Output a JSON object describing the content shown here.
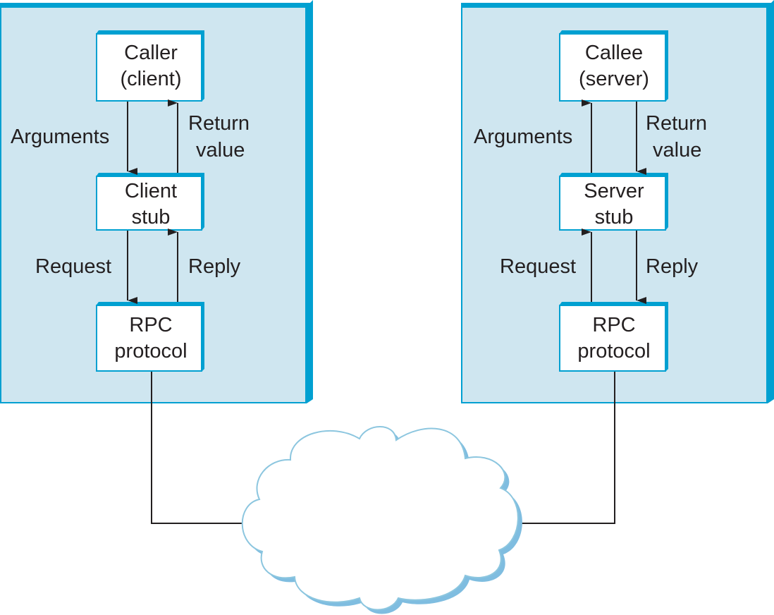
{
  "colors": {
    "panel_fill": "#cfe6f0",
    "panel_edge": "#00a0d1",
    "box_fill": "#ffffff",
    "line": "#231f20",
    "cloud_outline": "#8cc6df",
    "cloud_shadow": "#7fbde0"
  },
  "client": {
    "caller": [
      "Caller",
      "(client)"
    ],
    "stub": [
      "Client",
      "stub"
    ],
    "protocol": [
      "RPC",
      "protocol"
    ],
    "arguments_label": "Arguments",
    "return_label": [
      "Return",
      "value"
    ],
    "request_label": "Request",
    "reply_label": "Reply"
  },
  "server": {
    "callee": [
      "Callee",
      "(server)"
    ],
    "stub": [
      "Server",
      "stub"
    ],
    "protocol": [
      "RPC",
      "protocol"
    ],
    "arguments_label": "Arguments",
    "return_label": [
      "Return",
      "value"
    ],
    "request_label": "Request",
    "reply_label": "Reply"
  },
  "network": {
    "icon": "cloud-icon"
  }
}
